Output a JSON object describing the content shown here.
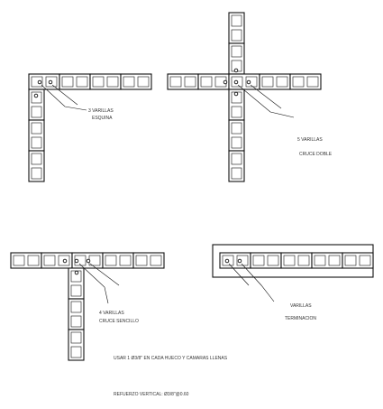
{
  "details": [
    {
      "id": "corner",
      "label_line1": "3 VARILLAS",
      "label_line2": "ESQUINA"
    },
    {
      "id": "double-cross",
      "label_line1": "5 VARILLAS",
      "label_line2": "CRUCE DOBLE"
    },
    {
      "id": "single-cross",
      "label_line1": "4 VARILLAS",
      "label_line2": "CRUCE SENCILLO"
    },
    {
      "id": "end",
      "label_line1": "VARILLAS",
      "label_line2": "TERMINACION"
    }
  ],
  "notes": {
    "note1": "USAR 1 Ø3/8\" EN CADA HUECO Y CAMARAS LLENAS",
    "note2": "REFUERZO VERTICAL: Ø3/8\"@0.60"
  }
}
